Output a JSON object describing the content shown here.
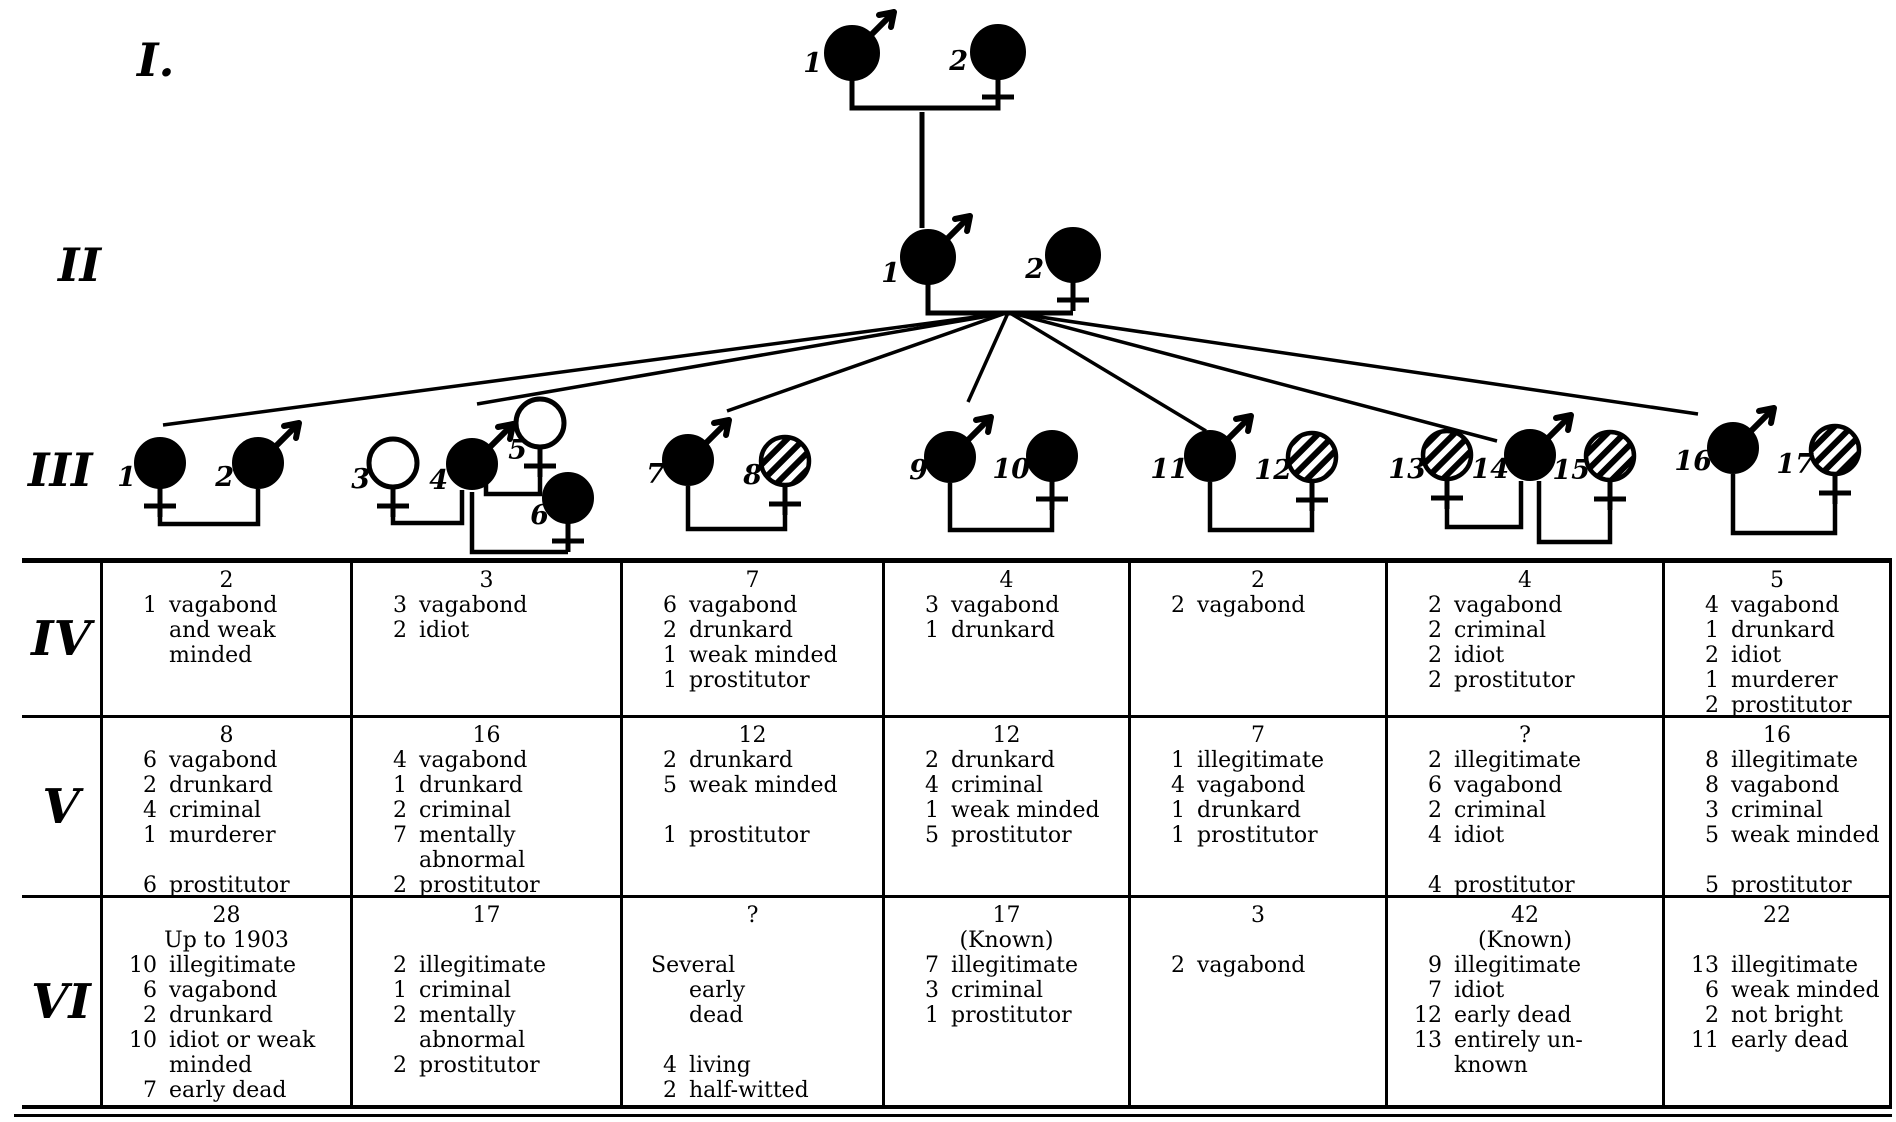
{
  "colors": {
    "ink": "#000000",
    "paper": "#ffffff"
  },
  "pedigree": {
    "gen_i": {
      "label": "I.",
      "individuals": [
        {
          "num": "1",
          "sex": "male",
          "fill": "solid"
        },
        {
          "num": "2",
          "sex": "female",
          "fill": "solid"
        }
      ]
    },
    "gen_ii": {
      "label": "II",
      "individuals": [
        {
          "num": "1",
          "sex": "male",
          "fill": "solid"
        },
        {
          "num": "2",
          "sex": "female",
          "fill": "solid"
        }
      ]
    },
    "gen_iii": {
      "label": "III",
      "individuals": [
        {
          "num": "1",
          "sex": "female",
          "fill": "solid"
        },
        {
          "num": "2",
          "sex": "male",
          "fill": "solid"
        },
        {
          "num": "3",
          "sex": "female",
          "fill": "open"
        },
        {
          "num": "4",
          "sex": "male",
          "fill": "solid"
        },
        {
          "num": "5",
          "sex": "female",
          "fill": "open"
        },
        {
          "num": "6",
          "sex": "female",
          "fill": "solid"
        },
        {
          "num": "7",
          "sex": "male",
          "fill": "solid"
        },
        {
          "num": "8",
          "sex": "female",
          "fill": "hatched"
        },
        {
          "num": "9",
          "sex": "male",
          "fill": "solid"
        },
        {
          "num": "10",
          "sex": "female",
          "fill": "solid"
        },
        {
          "num": "11",
          "sex": "male",
          "fill": "solid"
        },
        {
          "num": "12",
          "sex": "female",
          "fill": "hatched"
        },
        {
          "num": "13",
          "sex": "female",
          "fill": "hatched"
        },
        {
          "num": "14",
          "sex": "male",
          "fill": "solid"
        },
        {
          "num": "15",
          "sex": "female",
          "fill": "hatched"
        },
        {
          "num": "16",
          "sex": "male",
          "fill": "solid"
        },
        {
          "num": "17",
          "sex": "female",
          "fill": "hatched"
        }
      ]
    }
  },
  "table": {
    "rows": [
      {
        "label": "IV",
        "cells": [
          {
            "header": "2",
            "lines": [
              {
                "n": "1",
                "t": "vagabond"
              },
              {
                "t": "and weak",
                "s": "cont"
              },
              {
                "t": "minded",
                "s": "cont"
              }
            ]
          },
          {
            "header": "3",
            "lines": [
              {
                "n": "3",
                "t": "vagabond"
              },
              {
                "n": "2",
                "t": "idiot"
              }
            ]
          },
          {
            "header": "7",
            "lines": [
              {
                "n": "6",
                "t": "vagabond"
              },
              {
                "n": "2",
                "t": "drunkard"
              },
              {
                "n": "1",
                "t": "weak minded"
              },
              {
                "n": "1",
                "t": "prostitutor"
              }
            ]
          },
          {
            "header": "4",
            "lines": [
              {
                "n": "3",
                "t": "vagabond"
              },
              {
                "n": "1",
                "t": "drunkard"
              }
            ]
          },
          {
            "header": "2",
            "lines": [
              {
                "n": "2",
                "t": "vagabond"
              }
            ]
          },
          {
            "header": "4",
            "lines": [
              {
                "n": "2",
                "t": "vagabond"
              },
              {
                "n": "2",
                "t": "criminal"
              },
              {
                "n": "2",
                "t": "idiot"
              },
              {
                "n": "2",
                "t": "prostitutor"
              }
            ]
          },
          {
            "header": "5",
            "lines": [
              {
                "n": "4",
                "t": "vagabond"
              },
              {
                "n": "1",
                "t": "drunkard"
              },
              {
                "n": "2",
                "t": "idiot"
              },
              {
                "n": "1",
                "t": "murderer"
              },
              {
                "n": "2",
                "t": "prostitutor"
              }
            ]
          }
        ]
      },
      {
        "label": "V",
        "cells": [
          {
            "header": "8",
            "lines": [
              {
                "n": "6",
                "t": "vagabond"
              },
              {
                "n": "2",
                "t": "drunkard"
              },
              {
                "n": "4",
                "t": "criminal"
              },
              {
                "n": "1",
                "t": "murderer"
              },
              {
                "s": "blank"
              },
              {
                "n": "6",
                "t": "prostitutor"
              }
            ]
          },
          {
            "header": "16",
            "lines": [
              {
                "n": "4",
                "t": "vagabond"
              },
              {
                "n": "1",
                "t": "drunkard"
              },
              {
                "n": "2",
                "t": "criminal"
              },
              {
                "n": "7",
                "t": "mentally"
              },
              {
                "t": "abnormal",
                "s": "cont"
              },
              {
                "n": "2",
                "t": "prostitutor"
              }
            ]
          },
          {
            "header": "12",
            "lines": [
              {
                "n": "2",
                "t": "drunkard"
              },
              {
                "n": "5",
                "t": "weak minded"
              },
              {
                "s": "blank"
              },
              {
                "n": "1",
                "t": "prostitutor"
              }
            ]
          },
          {
            "header": "12",
            "lines": [
              {
                "n": "2",
                "t": "drunkard"
              },
              {
                "n": "4",
                "t": "criminal"
              },
              {
                "n": "1",
                "t": "weak minded"
              },
              {
                "n": "5",
                "t": "prostitutor"
              }
            ]
          },
          {
            "header": "7",
            "lines": [
              {
                "n": "1",
                "t": "illegitimate"
              },
              {
                "n": "4",
                "t": "vagabond"
              },
              {
                "n": "1",
                "t": "drunkard"
              },
              {
                "n": "1",
                "t": "prostitutor"
              }
            ]
          },
          {
            "header": "?",
            "lines": [
              {
                "n": "2",
                "t": "illegitimate"
              },
              {
                "n": "6",
                "t": "vagabond"
              },
              {
                "n": "2",
                "t": "criminal"
              },
              {
                "n": "4",
                "t": "idiot"
              },
              {
                "s": "blank"
              },
              {
                "n": "4",
                "t": "prostitutor"
              }
            ]
          },
          {
            "header": "16",
            "lines": [
              {
                "n": "8",
                "t": "illegitimate"
              },
              {
                "n": "8",
                "t": "vagabond"
              },
              {
                "n": "3",
                "t": "criminal"
              },
              {
                "n": "5",
                "t": "weak minded"
              },
              {
                "s": "blank"
              },
              {
                "n": "5",
                "t": "prostitutor"
              }
            ]
          }
        ]
      },
      {
        "label": "VI",
        "cells": [
          {
            "header": "28",
            "lines": [
              {
                "t": "Up to 1903",
                "s": "center"
              },
              {
                "n": "10",
                "t": "illegitimate"
              },
              {
                "n": "6",
                "t": "vagabond"
              },
              {
                "n": "2",
                "t": "drunkard"
              },
              {
                "n": "10",
                "t": "idiot or weak"
              },
              {
                "t": "minded",
                "s": "cont"
              },
              {
                "n": "7",
                "t": "early dead"
              }
            ]
          },
          {
            "header": "17",
            "lines": [
              {
                "s": "blank"
              },
              {
                "n": "2",
                "t": "illegitimate"
              },
              {
                "n": "1",
                "t": "criminal"
              },
              {
                "n": "2",
                "t": "mentally"
              },
              {
                "t": "abnormal",
                "s": "cont"
              },
              {
                "n": "2",
                "t": "prostitutor"
              }
            ]
          },
          {
            "header": "?",
            "lines": [
              {
                "s": "blank"
              },
              {
                "t": "Several",
                "s": "plain"
              },
              {
                "t": "early",
                "s": "cont"
              },
              {
                "t": "dead",
                "s": "cont"
              },
              {
                "s": "blank"
              },
              {
                "n": "4",
                "t": "living"
              },
              {
                "n": "2",
                "t": "half-witted"
              }
            ]
          },
          {
            "header": "17",
            "lines": [
              {
                "t": "(Known)",
                "s": "center"
              },
              {
                "n": "7",
                "t": "illegitimate"
              },
              {
                "n": "3",
                "t": "criminal"
              },
              {
                "n": "1",
                "t": "prostitutor"
              }
            ]
          },
          {
            "header": "3",
            "lines": [
              {
                "s": "blank"
              },
              {
                "n": "2",
                "t": "vagabond"
              }
            ]
          },
          {
            "header": "42",
            "lines": [
              {
                "t": "(Known)",
                "s": "center"
              },
              {
                "n": "9",
                "t": "illegitimate"
              },
              {
                "n": "7",
                "t": "idiot"
              },
              {
                "n": "12",
                "t": "early dead"
              },
              {
                "n": "13",
                "t": "entirely un-"
              },
              {
                "t": "known",
                "s": "cont"
              }
            ]
          },
          {
            "header": "22",
            "lines": [
              {
                "s": "blank"
              },
              {
                "n": "13",
                "t": "illegitimate"
              },
              {
                "n": "6",
                "t": "weak minded"
              },
              {
                "n": "2",
                "t": "not bright"
              },
              {
                "n": "11",
                "t": "early dead"
              }
            ]
          }
        ]
      }
    ]
  }
}
